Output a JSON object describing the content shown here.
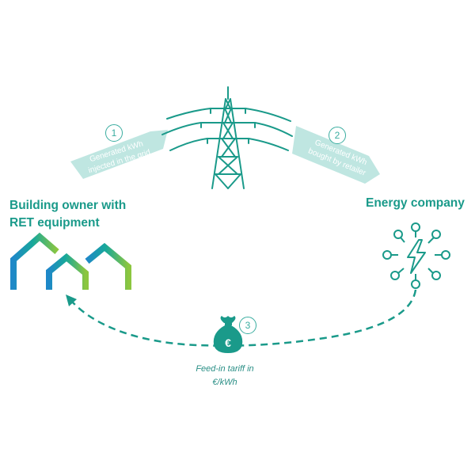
{
  "actors": {
    "owner_line1": "Building owner with",
    "owner_line2": "RET equipment",
    "company": "Energy company"
  },
  "steps": [
    {
      "number": "1",
      "line1": "Generated kWh",
      "line2": "injected in the grid"
    },
    {
      "number": "2",
      "line1": "Generated kWh",
      "line2": "bought by retailer"
    },
    {
      "number": "3",
      "line1": "Feed-in tariff in",
      "line2": "€/kWh"
    }
  ],
  "icons": {
    "pylon": "power-pylon-icon",
    "houses": "houses-icon",
    "company": "energy-network-icon",
    "money": "euro-money-bag-icon"
  },
  "colors": {
    "teal": "#1a9a8a",
    "arrow_fill": "#bfe6e1",
    "dashed": "#1a9a8a",
    "house_blue": "#1e88c8",
    "house_green": "#8cc63f"
  }
}
